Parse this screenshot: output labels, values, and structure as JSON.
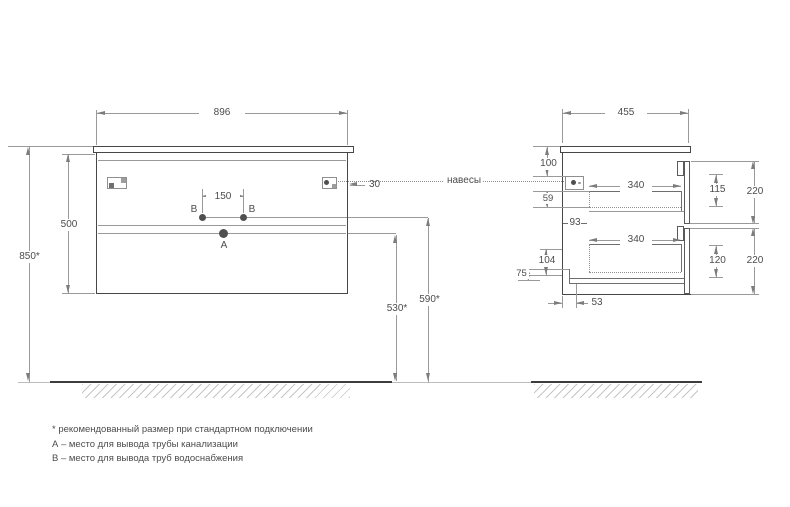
{
  "front_view": {
    "width": "896",
    "body_height": "500",
    "install_height": "850*",
    "pipe_spacing": "150",
    "hanger_inset": "30",
    "point_a": "А",
    "point_b_left": "В",
    "point_b_right": "В",
    "drain_outlet_height": "530*",
    "water_outlet_height": "590*"
  },
  "side_view": {
    "depth": "455",
    "top_to_hanger": "100",
    "hanger_to_drawer": "59",
    "back_clearance": "93",
    "bottom_section": "104",
    "plinth_notch": "75",
    "drain_offset": "53",
    "upper_drawer_depth": "340",
    "lower_drawer_depth": "340",
    "upper_drawer_inner": "115",
    "lower_drawer_inner": "120",
    "upper_front_height": "220",
    "lower_front_height": "220"
  },
  "annotations": {
    "hangers": "навесы"
  },
  "notes": {
    "recommended": "* рекомендованный размер при стандартном подключении",
    "legend_a": "А – место для вывода трубы канализации",
    "legend_b": "В – место для вывода труб водоснабжения"
  },
  "colors": {
    "outline": "#474747",
    "dimension": "#9a9a9a",
    "text": "#4c4c4c"
  }
}
